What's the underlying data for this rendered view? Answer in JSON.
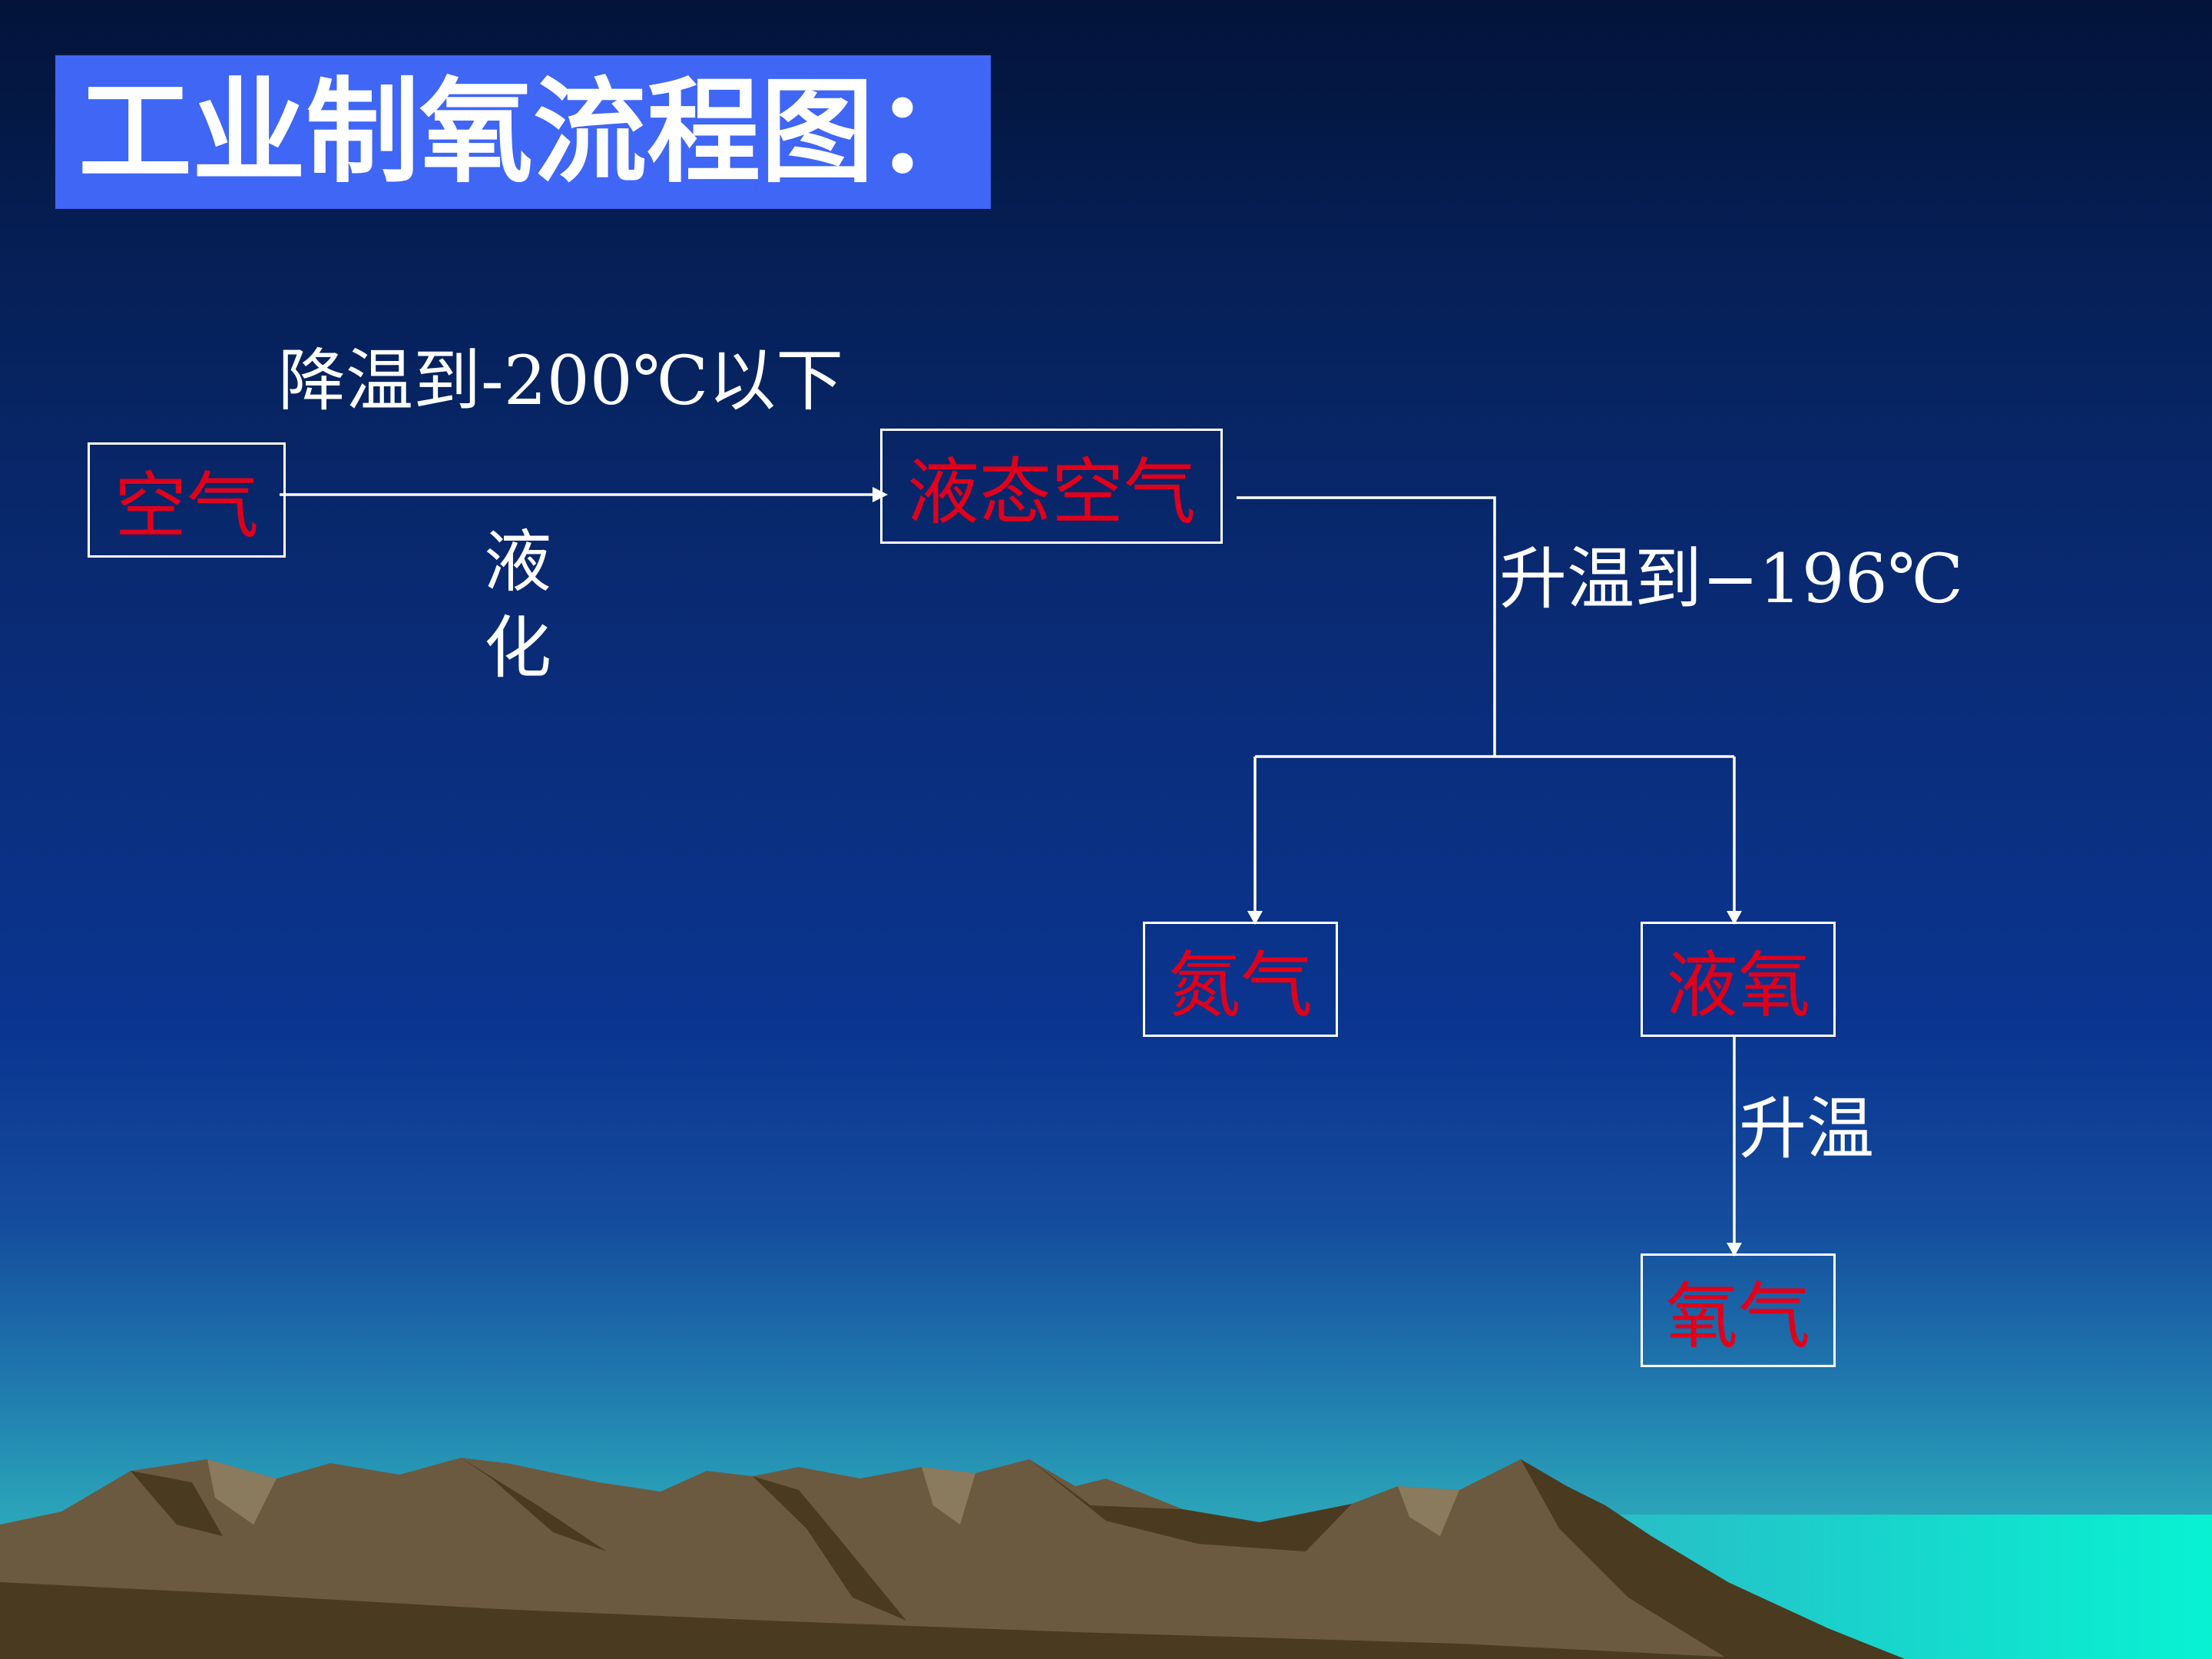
{
  "title": "工业制氧流程图：",
  "nodes": {
    "air": "空气",
    "liquid_air": "液态空气",
    "nitrogen": "氮气",
    "liquid_oxygen": "液氧",
    "oxygen": "氧气"
  },
  "edges": {
    "cool_label": "降温到-200℃以下",
    "liquefy_label": "液化",
    "heat_196_label": "升温到−196℃",
    "heat_label": "升温"
  },
  "colors": {
    "node_text": "#e0001b",
    "title_background": "#3f66f5",
    "line": "#ffffff"
  }
}
